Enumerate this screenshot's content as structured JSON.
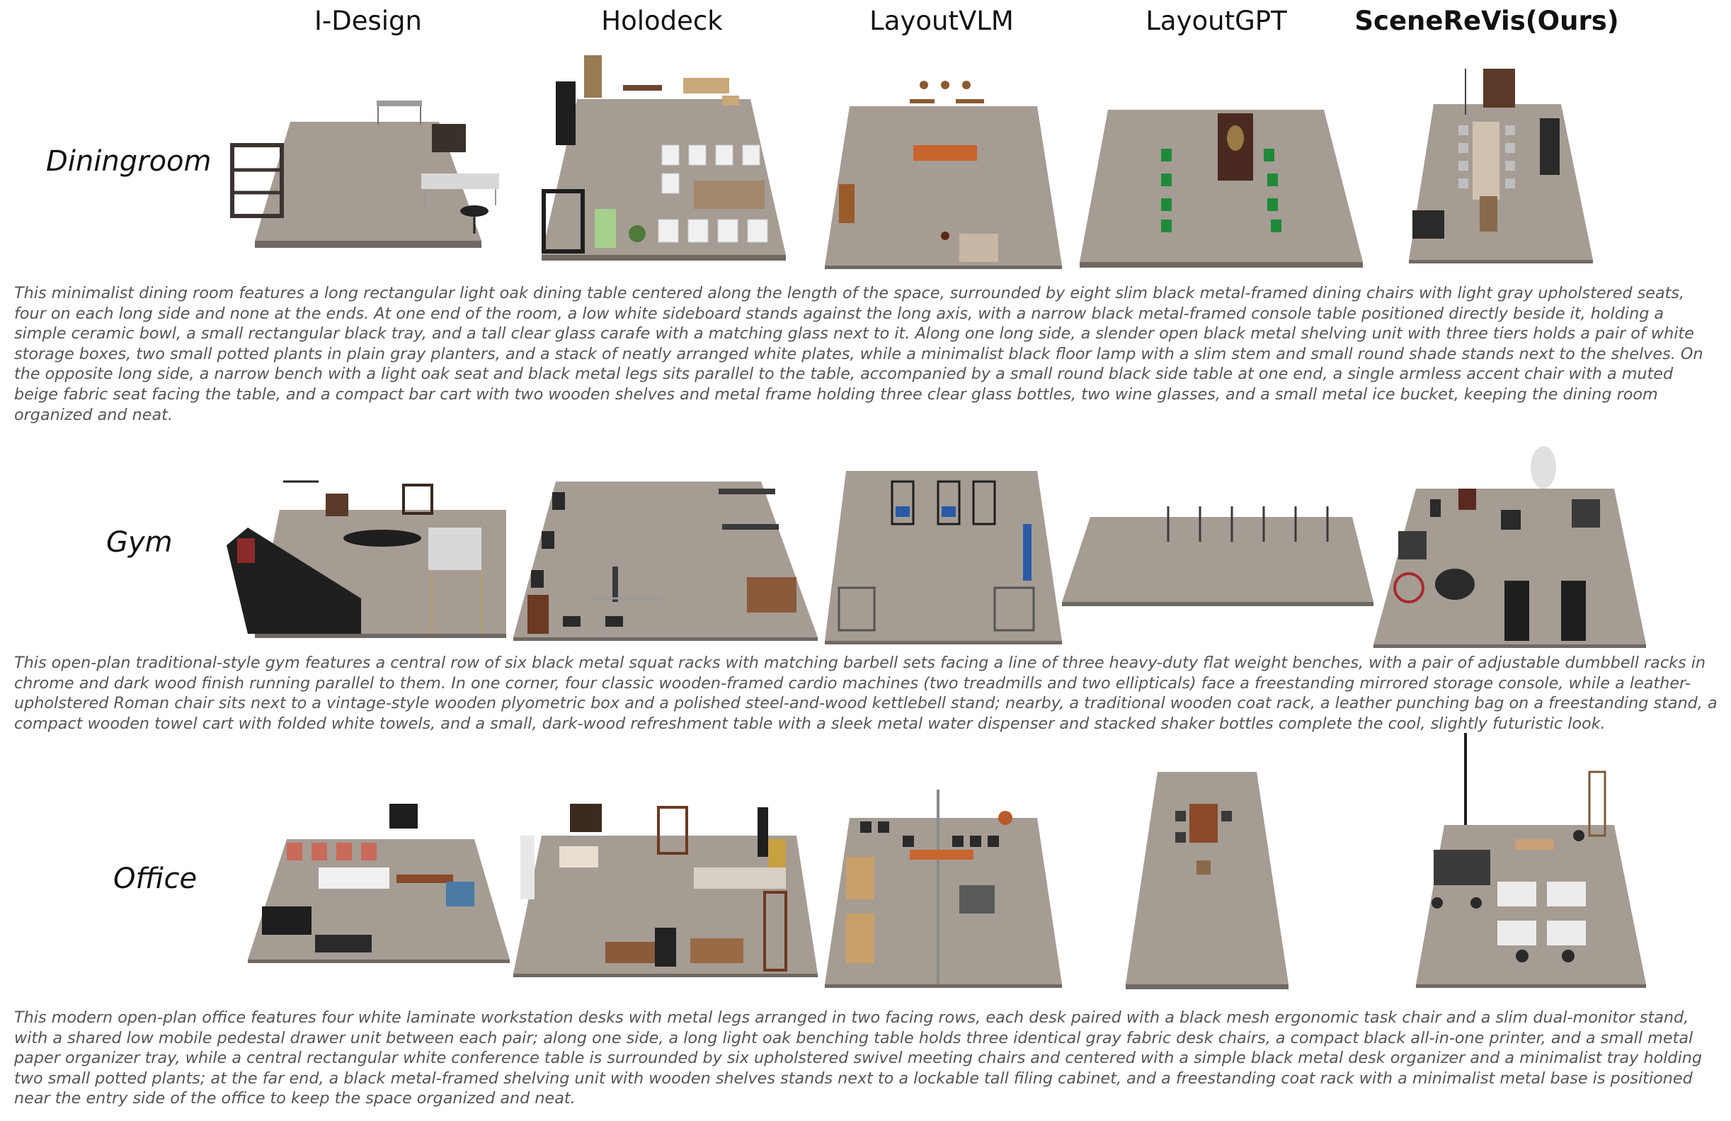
{
  "columns": [
    "I-Design",
    "Holodeck",
    "LayoutVLM",
    "LayoutGPT",
    "SceneReVis(Ours)"
  ],
  "rows": [
    {
      "label": "Diningroom",
      "caption": "This minimalist dining room features a long rectangular light oak dining table centered along the length of the space, surrounded by eight slim black metal-framed dining chairs with light gray upholstered seats, four on each long side and none at the ends. At one end of the room, a low white sideboard stands against the long axis, with a narrow black metal-framed console table positioned directly beside it, holding a simple ceramic bowl, a small rectangular black tray, and a tall clear glass carafe with a matching glass next to it. Along one long side, a slender open black metal shelving unit with three tiers holds a pair of white storage boxes, two small potted plants in plain gray planters, and a stack of neatly arranged white plates, while a minimalist black floor lamp with a slim stem and small round shade stands next to the shelves. On the opposite long side, a narrow bench with a light oak seat and black metal legs sits parallel to the table, accompanied by a small round black side table at one end, a single armless accent chair with a muted beige fabric seat facing the table, and a compact bar cart with two wooden shelves and metal frame holding three clear glass bottles, two wine glasses, and a small metal ice bucket, keeping the dining room organized and neat."
    },
    {
      "label": "Gym",
      "caption": "This open-plan traditional-style gym features a central row of six black metal squat racks with matching barbell sets facing a line of three heavy-duty flat weight benches, with a pair of adjustable dumbbell racks in chrome and dark wood finish running parallel to them. In one corner, four classic wooden-framed cardio machines (two treadmills and two ellipticals) face a freestanding mirrored storage console, while a leather-upholstered Roman chair sits next to a vintage-style wooden plyometric box and a polished steel-and-wood kettlebell stand; nearby, a traditional wooden coat rack, a leather punching bag on a freestanding stand, a compact wooden towel cart with folded white towels, and a small, dark-wood refreshment table with a sleek metal water dispenser and stacked shaker bottles complete the cool, slightly futuristic look."
    },
    {
      "label": "Office",
      "caption": "This modern open-plan office features four white laminate workstation desks with metal legs arranged in two facing rows, each desk paired with a black mesh ergonomic task chair and a slim dual-monitor stand, with a shared low mobile pedestal drawer unit between each pair; along one side, a long light oak benching table holds three identical gray fabric desk chairs, a compact black all-in-one printer, and a small metal paper organizer tray, while a central rectangular white conference table is surrounded by six upholstered swivel meeting chairs and centered with a simple black metal desk organizer and a minimalist tray holding two small potted plants; at the far end, a black metal-framed shelving unit with wooden shelves stands next to a lockable tall filing cabinet, and a freestanding coat rack with a minimalist metal base is positioned near the entry side of the office to keep the space organized and neat."
    }
  ],
  "colors": {
    "floor_top": "#a59c94",
    "floor_side": "#6f6863",
    "furniture_dark": "#2a2a2a",
    "furniture_wood": "#8a5a3a",
    "furniture_white": "#ececec",
    "caption_text": "#555555"
  }
}
